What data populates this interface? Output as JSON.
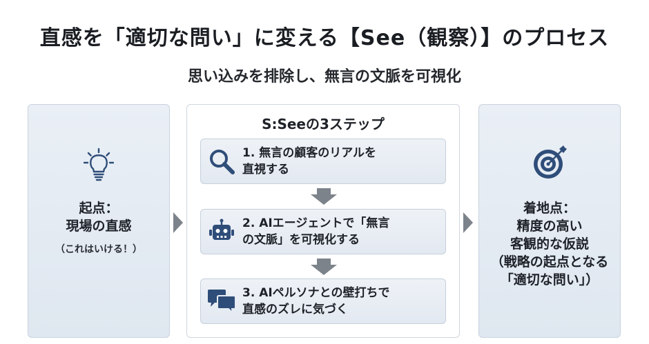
{
  "title": "直感を「適切な問い」に変える【See（観察）】のプロセス",
  "subtitle": "思い込みを排除し、無言の文脈を可視化",
  "left_panel": {
    "icon": "lightbulb-icon",
    "line1": "起点：",
    "line2": "現場の直感",
    "note": "（これはいける！）"
  },
  "center_panel": {
    "heading": "S:Seeの3ステップ",
    "steps": [
      {
        "icon": "magnifier-icon",
        "line1": "1. 無言の顧客のリアルを",
        "line2": "直視する"
      },
      {
        "icon": "robot-icon",
        "line1": "2. AIエージェントで「無言",
        "line2": "の文脈」を可視化する"
      },
      {
        "icon": "chat-bubbles-icon",
        "line1": "3. AIペルソナとの壁打ちで",
        "line2": "直感のズレに気づく"
      }
    ]
  },
  "right_panel": {
    "icon": "target-icon",
    "line1": "着地点：",
    "line2": "精度の高い",
    "line3": "客観的な仮説",
    "line4": "（戦略の起点となる",
    "line5": "「適切な問い」）"
  },
  "colors": {
    "icon_blue": "#2f4d79",
    "arrow_gray": "#7d838b",
    "panel_fill": "#e6ecf3",
    "border": "#c9d2dd"
  }
}
